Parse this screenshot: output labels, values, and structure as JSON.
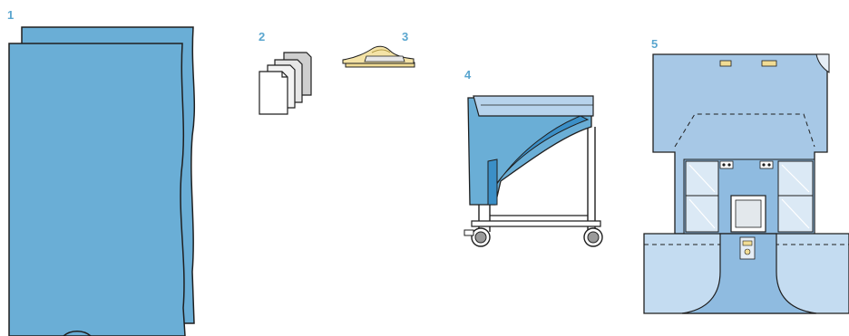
{
  "items": [
    {
      "label": "1",
      "icon": "stacked-drape-sheets"
    },
    {
      "label": "2",
      "icon": "paper-towels"
    },
    {
      "label": "3",
      "icon": "adhesive-tape"
    },
    {
      "label": "4",
      "icon": "instrument-table-cover"
    },
    {
      "label": "5",
      "icon": "surgical-drape"
    }
  ],
  "colors": {
    "drape_blue": "#6aaed6",
    "drape_light": "#a7c8e6",
    "drape_pale": "#c4dcf1",
    "outline": "#1f1f1f",
    "number": "#5aa6cf",
    "tape": "#f1dc94"
  }
}
